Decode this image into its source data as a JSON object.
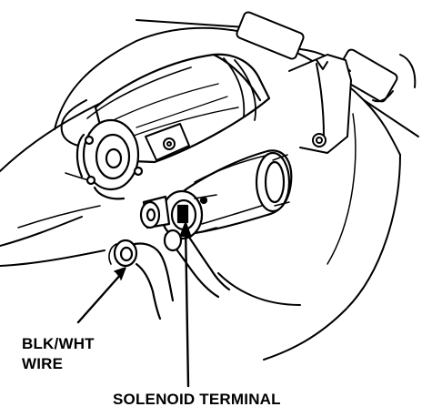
{
  "labels": {
    "wire_line1": "BLK/WHT",
    "wire_line2": "WIRE",
    "solenoid": "SOLENOID TERMINAL"
  },
  "colors": {
    "ink": "#000000",
    "paper": "#ffffff"
  }
}
